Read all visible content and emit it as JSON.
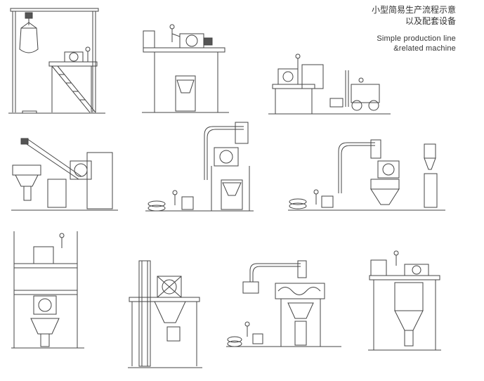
{
  "header": {
    "title_zh_line1": "小型简易生产流程示意",
    "title_zh_line2": "以及配套设备",
    "title_en_line1": "Simple production line",
    "title_en_line2": "&related machine"
  },
  "colors": {
    "stroke": "#444444",
    "background": "#ffffff"
  },
  "diagrams": [
    "tower-hoist-bigbag-mixer",
    "platform-mixer-bigbag-discharge",
    "platform-mixer-forklift",
    "screw-conveyor-mixer-line",
    "vacuum-conveyor-bigbag-line",
    "vacuum-conveyor-hopper-packing",
    "multi-floor-mixer-silo",
    "bucket-elevator-mixer-tower",
    "vacuum-feeder-ribbon-mixer-packing",
    "platform-mixer-cone-silo"
  ]
}
